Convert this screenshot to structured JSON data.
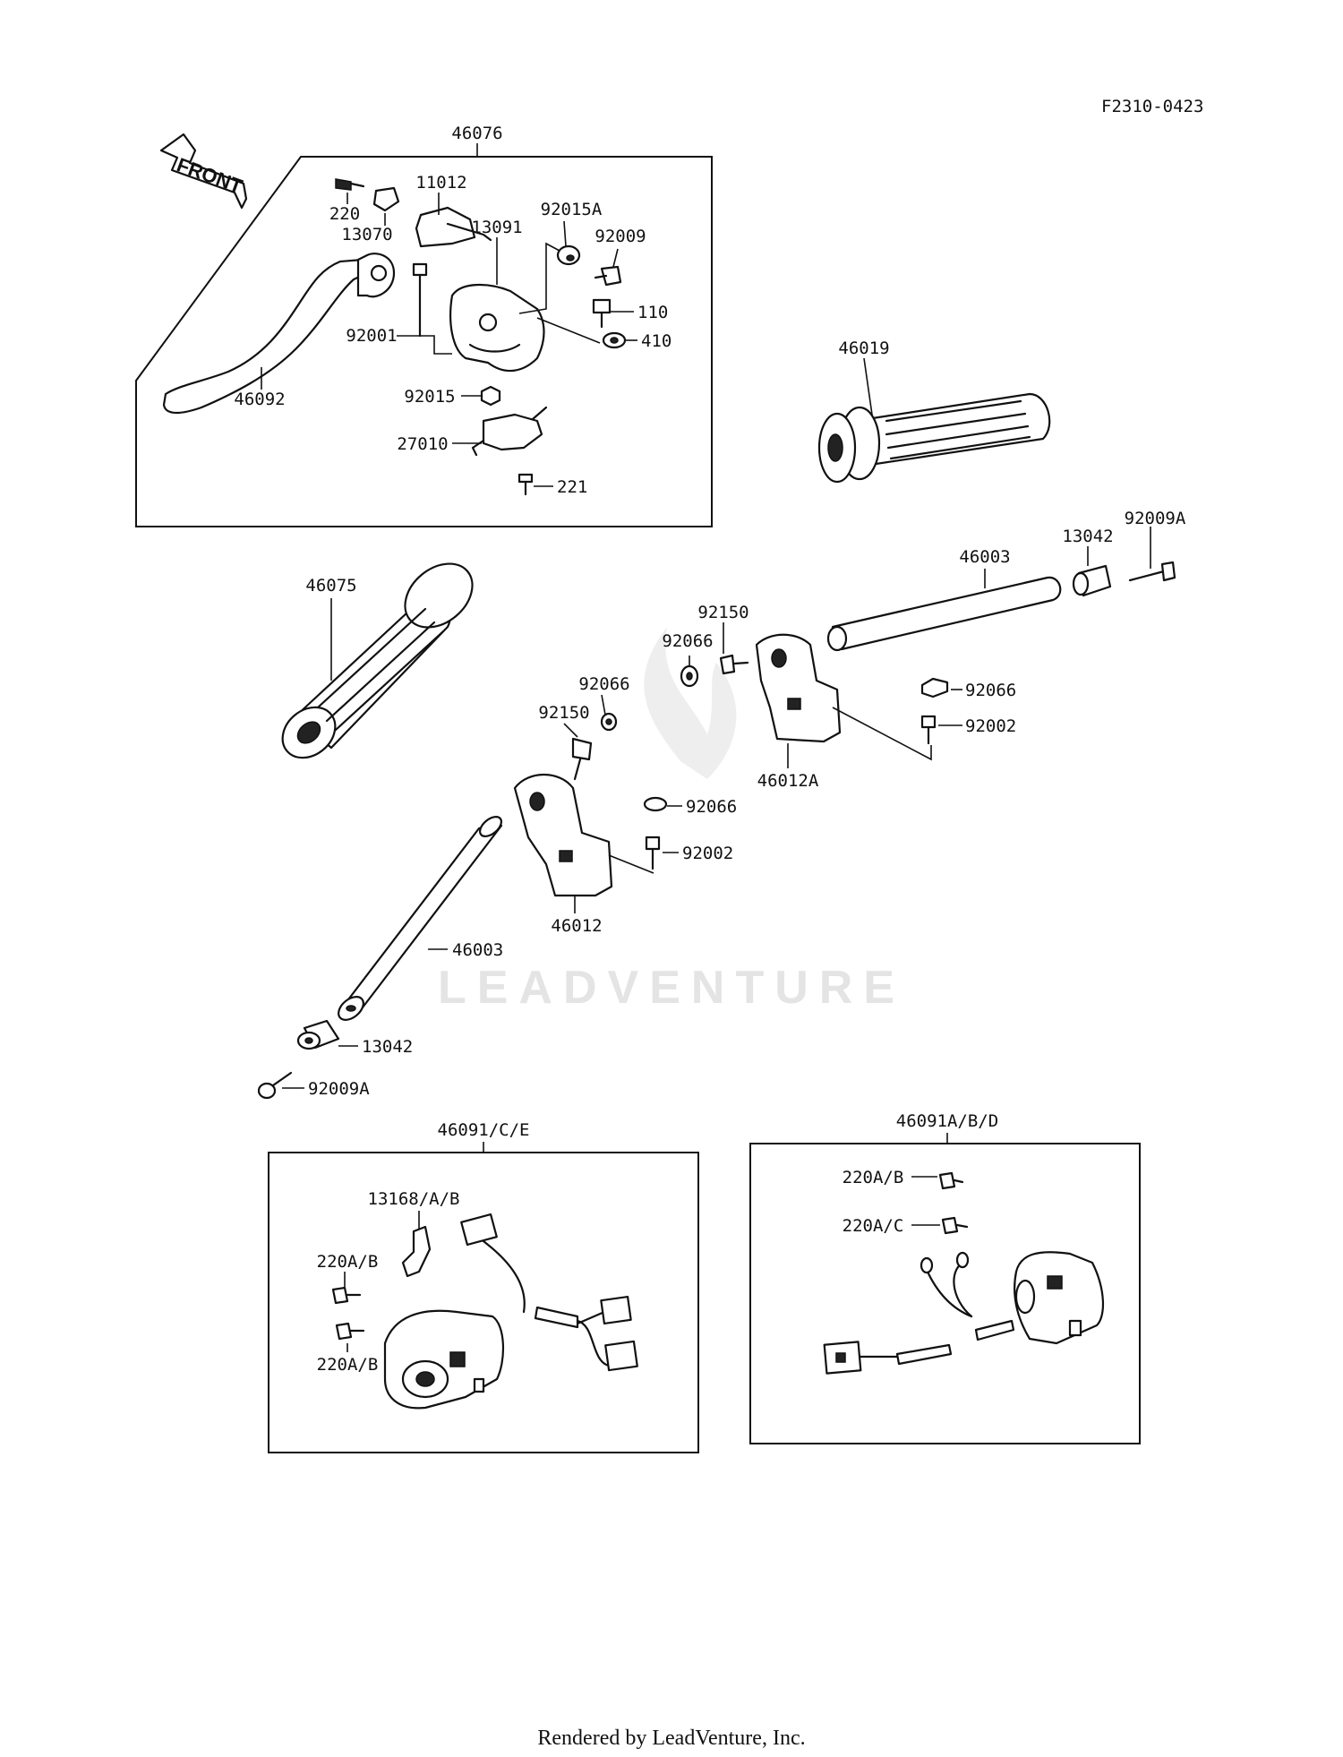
{
  "diagram_code": "F2310-0423",
  "front_label": "FRONT",
  "watermark": "LEADVENTURE",
  "footer": "Rendered by LeadVenture, Inc.",
  "parts": {
    "p46076": "46076",
    "p220": "220",
    "p13070": "13070",
    "p11012": "11012",
    "p92015A": "92015A",
    "p92009": "92009",
    "p13091": "13091",
    "p110": "110",
    "p410": "410",
    "p92001": "92001",
    "p46092": "46092",
    "p92015": "92015",
    "p27010": "27010",
    "p221": "221",
    "p46019": "46019",
    "p46075": "46075",
    "p46003_right": "46003",
    "p13042_right": "13042",
    "p92009A_right": "92009A",
    "p92150_right": "92150",
    "p92066_right_a": "92066",
    "p92066_right_b": "92066",
    "p92002_right": "92002",
    "p46012A": "46012A",
    "p92066_left_a": "92066",
    "p92150_left": "92150",
    "p92066_left_b": "92066",
    "p92002_left": "92002",
    "p46012": "46012",
    "p46003_left": "46003",
    "p13042_left": "13042",
    "p92009A_left": "92009A",
    "p46091CE": "46091/C/E",
    "p13168AB": "13168/A/B",
    "p220AB_1": "220A/B",
    "p220AB_2": "220A/B",
    "p46091ABD": "46091A/B/D",
    "p220AB_3": "220A/B",
    "p220AC": "220A/C"
  }
}
